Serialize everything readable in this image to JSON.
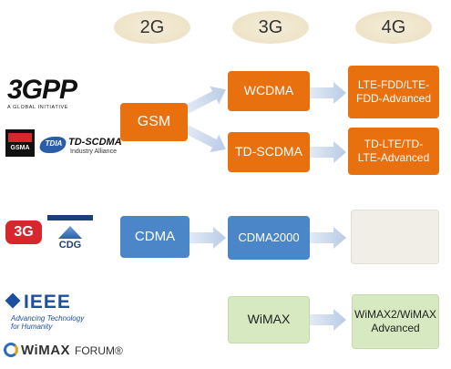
{
  "generations": [
    "2G",
    "3G",
    "4G"
  ],
  "nodes": {
    "gsm": "GSM",
    "wcdma": "WCDMA",
    "td_scdma": "TD-SCDMA",
    "lte_fdd": "LTE-FDD/LTE-FDD-Advanced",
    "td_lte": "TD-LTE/TD-LTE-Advanced",
    "cdma": "CDMA",
    "cdma2000": "CDMA2000",
    "wimax": "WiMAX",
    "wimax2": "WiMAX2/WiMAX Advanced"
  },
  "logos": {
    "threegpp": {
      "text": "3GPP",
      "tagline": "A GLOBAL INITIATIVE"
    },
    "gsma": "GSMA",
    "tdia": {
      "mark": "TDIA",
      "name": "TD-SCDMA",
      "sub": "Industry Alliance"
    },
    "threeg": "3G",
    "cdg": "CDG",
    "ieee": {
      "name": "IEEE",
      "tagline1": "Advancing Technology",
      "tagline2": "for Humanity"
    },
    "wimax_forum": {
      "name": "WiMAX",
      "suffix": "FORUM®"
    }
  },
  "colors": {
    "orange": "#e8700f",
    "blue": "#4a86c8",
    "green": "#d6e9c1",
    "arrow": "#c9d7ec"
  }
}
